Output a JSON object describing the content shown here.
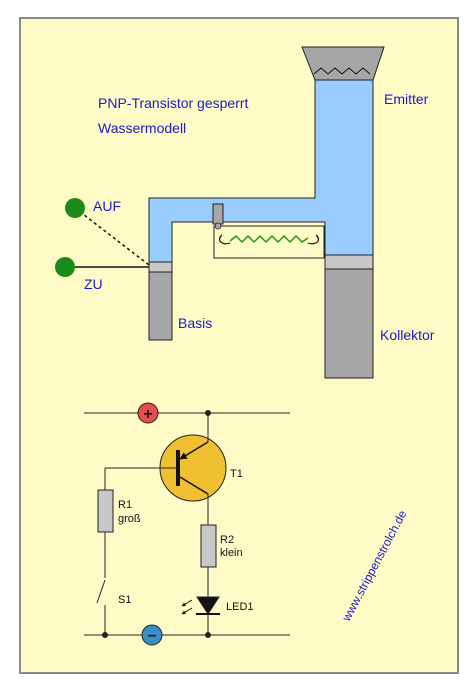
{
  "title": {
    "line1": "PNP-Transistor gesperrt",
    "line2": "Wassermodell"
  },
  "water_model": {
    "emitter_label": "Emitter",
    "collector_label": "Kollektor",
    "base_label": "Basis",
    "switch_on_label": "AUF",
    "switch_off_label": "ZU",
    "state": "gesperrt"
  },
  "circuit": {
    "plus_symbol": "+",
    "minus_symbol": "−",
    "transistor_label": "T1",
    "r1_label": "R1",
    "r1_value": "groß",
    "r2_label": "R2",
    "r2_value": "klein",
    "switch_label": "S1",
    "led_label": "LED1"
  },
  "watermark": "www.strippenstrolch.de",
  "colors": {
    "frame_background": "#fffbc6",
    "frame_border": "#8a8a8a",
    "water": "#99ccff",
    "pipe_gray": "#a6a6a6",
    "valve_green": "#1a8a1a",
    "text_blue": "#1a1acc",
    "transistor_fill": "#f0c030",
    "plus_red": "#e84c4c",
    "minus_blue": "#3a8ec8"
  }
}
